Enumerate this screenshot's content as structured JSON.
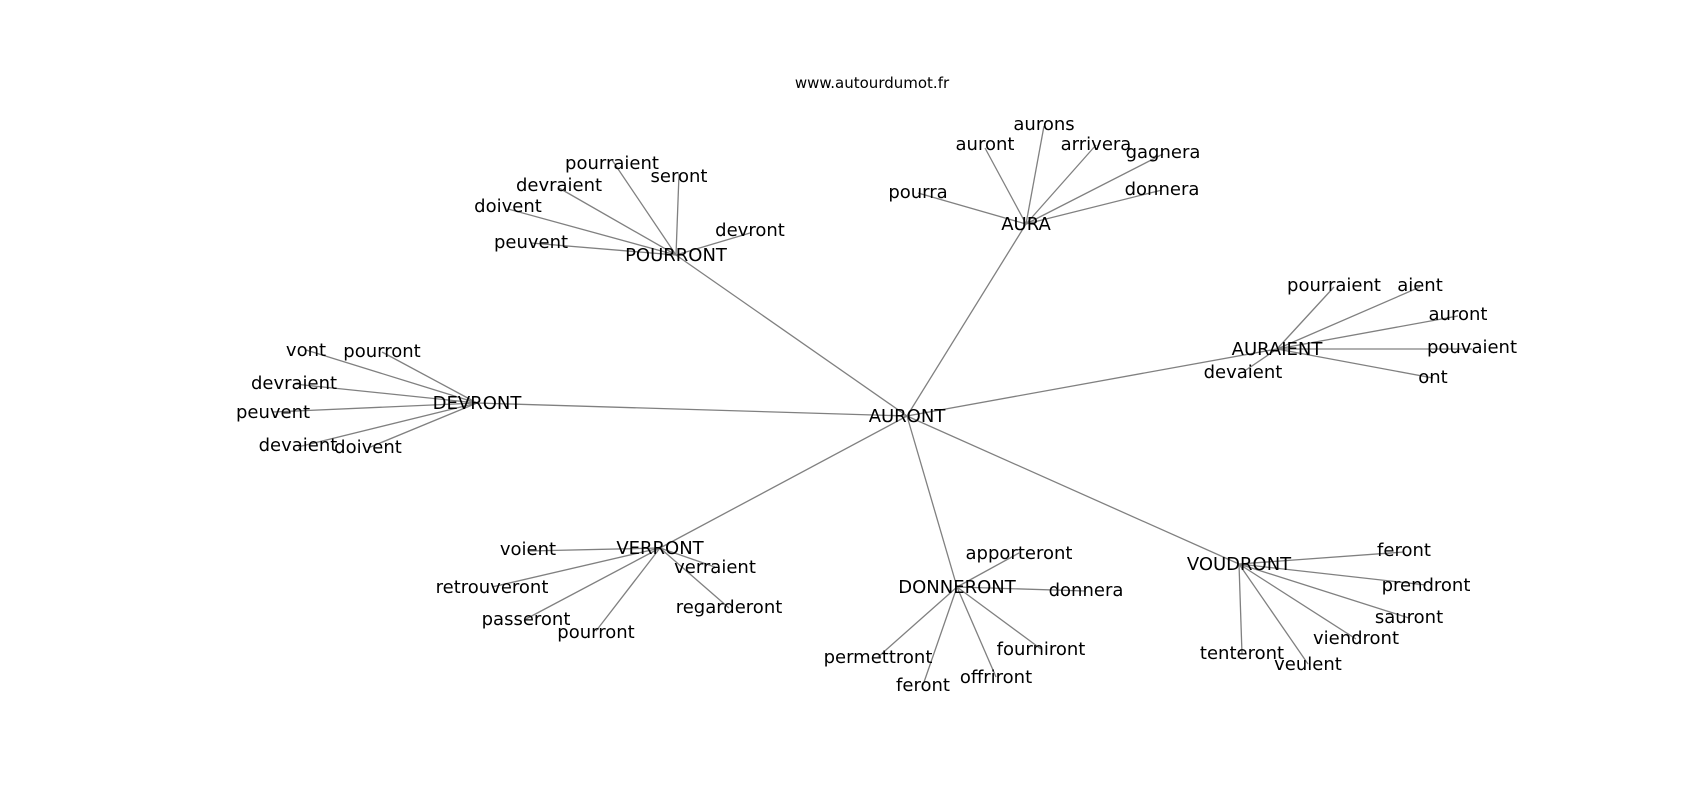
{
  "header": {
    "site": "www.autourdumot.fr"
  },
  "graph": {
    "center": "AURONT",
    "clusters": [
      {
        "hub": "POURRONT",
        "leaves": [
          "pourraient",
          "seront",
          "devraient",
          "doivent",
          "peuvent",
          "devront"
        ]
      },
      {
        "hub": "AURA",
        "leaves": [
          "aurons",
          "auront",
          "arrivera",
          "gagnera",
          "pourra",
          "donnera"
        ]
      },
      {
        "hub": "AURAIENT",
        "leaves": [
          "pourraient",
          "aient",
          "auront",
          "pouvaient",
          "devaient",
          "ont"
        ]
      },
      {
        "hub": "DEVRONT",
        "leaves": [
          "vont",
          "pourront",
          "devraient",
          "peuvent",
          "devaient",
          "doivent"
        ]
      },
      {
        "hub": "VERRONT",
        "leaves": [
          "voient",
          "verraient",
          "retrouveront",
          "regarderont",
          "passeront",
          "pourront"
        ]
      },
      {
        "hub": "DONNERONT",
        "leaves": [
          "apporteront",
          "donnera",
          "permettront",
          "fourniront",
          "offriront",
          "feront"
        ]
      },
      {
        "hub": "VOUDRONT",
        "leaves": [
          "feront",
          "prendront",
          "sauront",
          "viendront",
          "tenteront",
          "veulent"
        ]
      }
    ]
  }
}
